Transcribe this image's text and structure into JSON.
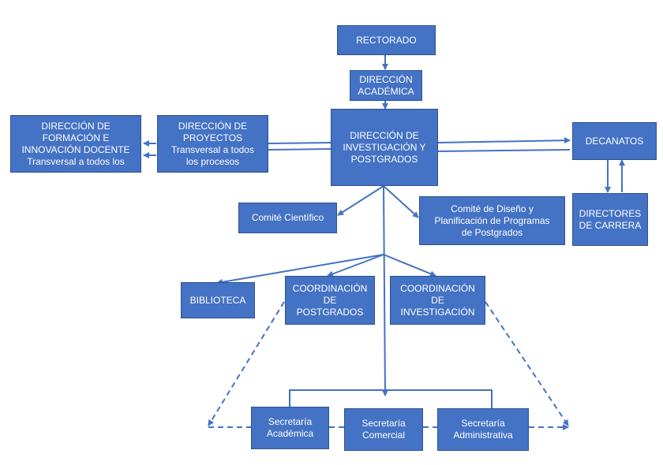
{
  "diagram": {
    "line_color": "#4472c4",
    "node_fill": "#4472c4",
    "nodes": {
      "rectorado": [
        "RECTORADO"
      ],
      "direccion_academica": [
        "DIRECCIÓN",
        "ACADÉMICA"
      ],
      "direccion_investigacion": [
        "DIRECCIÓN DE",
        "INVESTIGACIÓN Y",
        "POSTGRADOS"
      ],
      "direccion_formacion": [
        "DIRECCIÓN DE",
        "FORMACIÓN E",
        "INNOVACIÓN DOCENTE",
        "Transversal a todos los"
      ],
      "direccion_proyectos": [
        "DIRECCIÓN DE",
        "PROYECTOS",
        "Transversal a todos",
        "los procesos"
      ],
      "decanatos": [
        "DECANATOS"
      ],
      "directores_carrera": [
        "DIRECTORES",
        "DE CARRERA"
      ],
      "comite_cientifico": [
        "Comité Científico"
      ],
      "comite_diseno": [
        "Comité de Diseño  y",
        "Planificación  de Programas",
        "de Postgrados"
      ],
      "biblioteca": [
        "BIBLIOTECA"
      ],
      "coordinacion_postgrados": [
        "COORDINACIÓN",
        "DE",
        "POSTGRADOS"
      ],
      "coordinacion_investigacion": [
        "COORDINACIÓN",
        "DE",
        "INVESTIGACIÓN"
      ],
      "secretaria_academica": [
        "Secretaría",
        "Académica"
      ],
      "secretaria_comercial": [
        "Secretaría",
        "Comercial"
      ],
      "secretaria_administrativa": [
        "Secretaría",
        "Administrativa"
      ]
    }
  }
}
